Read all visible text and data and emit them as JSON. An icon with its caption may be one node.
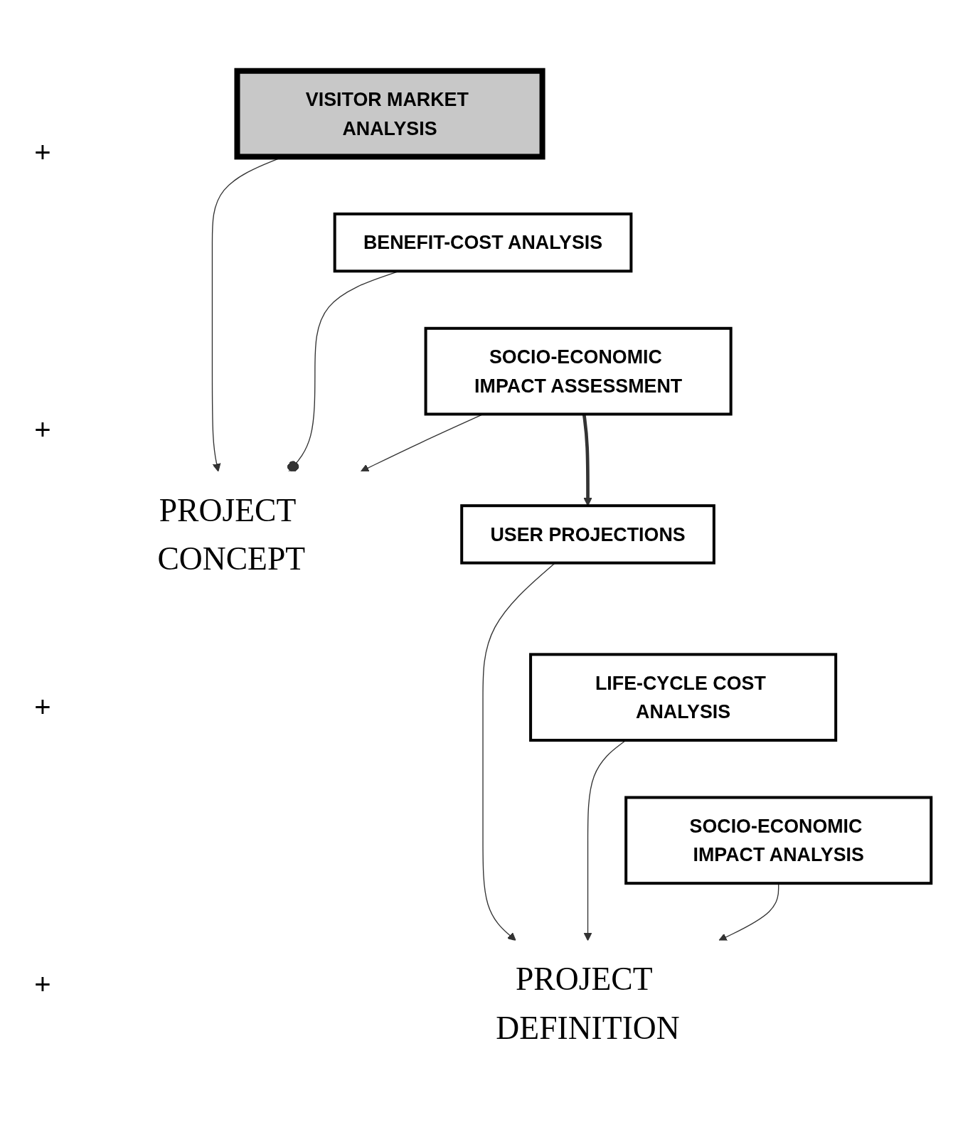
{
  "diagram": {
    "nodes": [
      {
        "text": [
          "VISITOR MARKET ANALYSIS"
        ]
      },
      {
        "text": [
          "BENEFIT-COST ANALYSIS"
        ]
      },
      {
        "text": [
          "SOCIO-ECONOMIC IMPACT ASSESSMENT"
        ]
      },
      {
        "text": [
          "PROJECT CONCEPT"
        ]
      },
      {
        "text": [
          "USER PROJECTIONS"
        ]
      },
      {
        "text": [
          "LIFE-CYCLE COST ANALYSIS"
        ]
      },
      {
        "text": [
          "SOCIO-ECONOMIC IMPACT ANALYSIS"
        ]
      },
      {
        "text": [
          "PROJECT DEFINITION"
        ]
      }
    ],
    "edges": [
      {
        "from": 0,
        "to": 3,
        "arrow": "to"
      },
      {
        "from": 1,
        "to": 3,
        "arrow": "other"
      },
      {
        "from": 2,
        "to": 3,
        "arrow": "to"
      },
      {
        "from": 2,
        "to": 4,
        "arrow": "to",
        "style": "thick"
      },
      {
        "from": 4,
        "to": 7,
        "arrow": "to"
      },
      {
        "from": 5,
        "to": 7,
        "arrow": "to"
      },
      {
        "from": 6,
        "to": 7,
        "arrow": "to"
      }
    ],
    "labels": [
      "+",
      "+",
      "+",
      "+"
    ]
  }
}
